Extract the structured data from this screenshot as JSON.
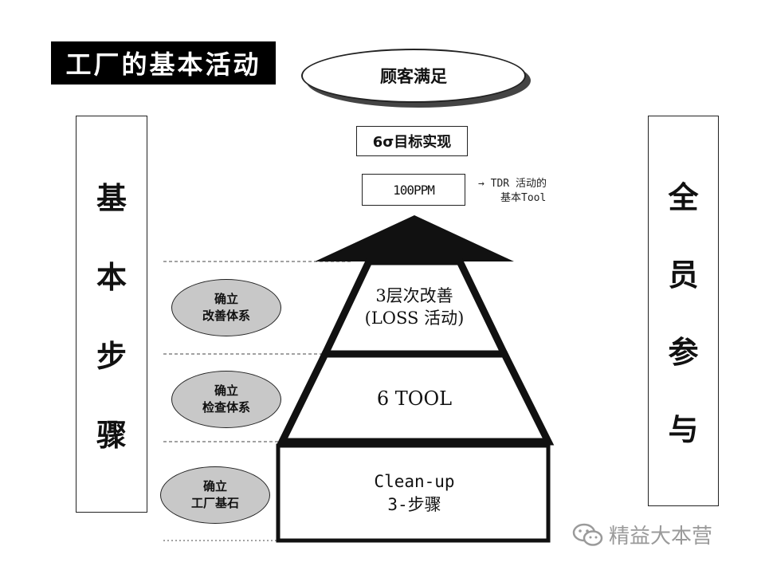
{
  "title": "工厂的基本活动",
  "left_label_chars": [
    "基",
    "本",
    "步",
    "骤"
  ],
  "right_label_chars": [
    "全",
    "员",
    "参",
    "与"
  ],
  "top_goal": "顾客满足",
  "sigma_goal": "6σ目标实现",
  "ppm_goal": "100PPM",
  "tdr_note": {
    "line1": "→ TDR 活动的",
    "line2": "基本Tool"
  },
  "pyramid": {
    "top_layer": {
      "line1": "3层次改善",
      "line2": "(LOSS 活动)"
    },
    "middle_layer": "6 TOOL",
    "base_layer": {
      "line1": "Clean-up",
      "line2": "3-步骤"
    }
  },
  "stages": [
    {
      "line1": "确立",
      "line2": "改善体系"
    },
    {
      "line1": "确立",
      "line2": "检查体系"
    },
    {
      "line1": "确立",
      "line2": "工厂基石"
    }
  ],
  "watermark": "精益大本营",
  "colors": {
    "stage_fill": "#c8c8c8",
    "pyramid_stroke": "#111111",
    "watermark": "#9a9a9a"
  }
}
